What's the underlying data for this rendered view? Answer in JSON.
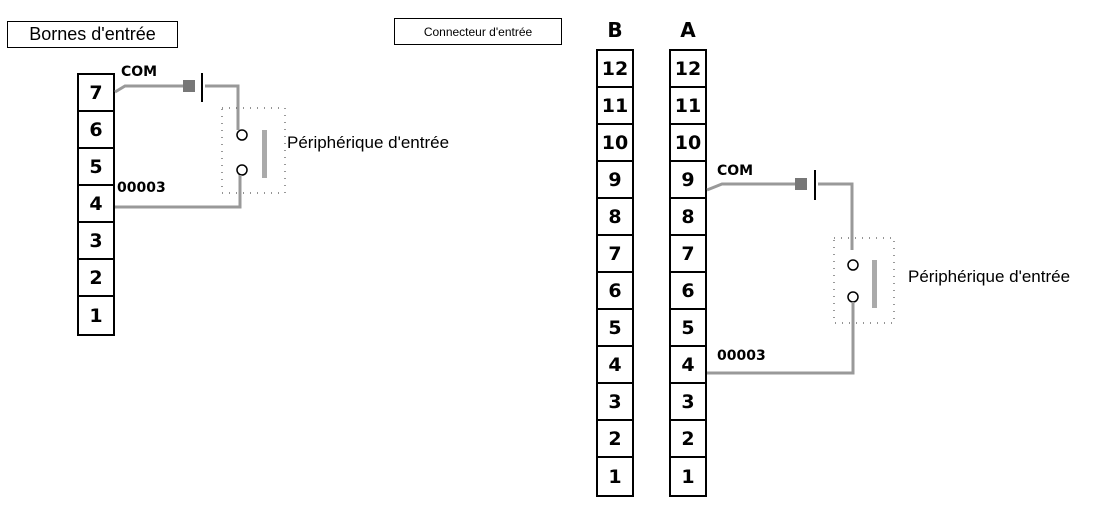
{
  "left": {
    "title": "Bornes d'entrée",
    "terminals": [
      "7",
      "6",
      "5",
      "4",
      "3",
      "2",
      "1"
    ],
    "com_label": "COM",
    "signal_label": "00003",
    "device_label": "Périphérique d'entrée"
  },
  "right": {
    "title": "Connecteur d'entrée",
    "column_b": "B",
    "column_a": "A",
    "terminals_b": [
      "12",
      "11",
      "10",
      "9",
      "8",
      "7",
      "6",
      "5",
      "4",
      "3",
      "2",
      "1"
    ],
    "terminals_a": [
      "12",
      "11",
      "10",
      "9",
      "8",
      "7",
      "6",
      "5",
      "4",
      "3",
      "2",
      "1"
    ],
    "com_label": "COM",
    "signal_label": "00003",
    "device_label": "Périphérique d'entrée"
  },
  "colors": {
    "wire": "#999999",
    "line": "#000000"
  }
}
